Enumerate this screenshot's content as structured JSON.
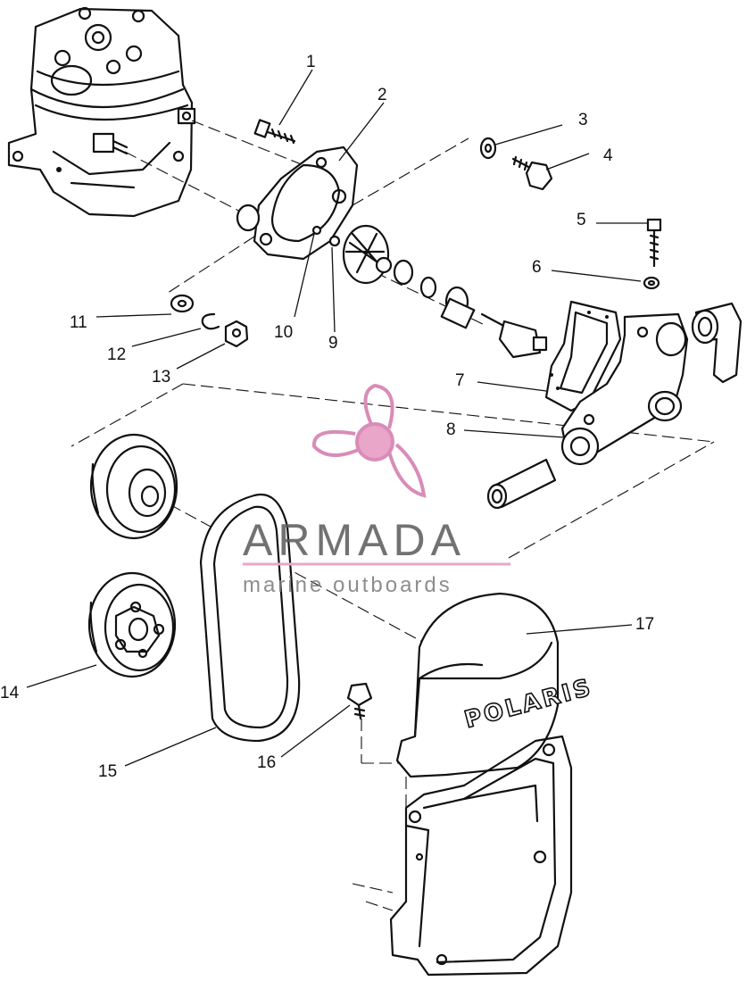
{
  "watermark": {
    "brand": "ARMADA",
    "tagline": "marine outboards",
    "accent_color": "#e9a6c8",
    "line_color": "#d98cb8"
  },
  "cover_brand": "POLARIS",
  "callouts": [
    {
      "id": "1",
      "label": "1"
    },
    {
      "id": "2",
      "label": "2"
    },
    {
      "id": "3",
      "label": "3"
    },
    {
      "id": "4",
      "label": "4"
    },
    {
      "id": "5",
      "label": "5"
    },
    {
      "id": "6",
      "label": "6"
    },
    {
      "id": "7",
      "label": "7"
    },
    {
      "id": "8",
      "label": "8"
    },
    {
      "id": "9",
      "label": "9"
    },
    {
      "id": "10",
      "label": "10"
    },
    {
      "id": "11",
      "label": "11"
    },
    {
      "id": "12",
      "label": "12"
    },
    {
      "id": "13",
      "label": "13"
    },
    {
      "id": "14",
      "label": "14"
    },
    {
      "id": "15",
      "label": "15"
    },
    {
      "id": "16",
      "label": "16"
    },
    {
      "id": "17",
      "label": "17"
    }
  ]
}
